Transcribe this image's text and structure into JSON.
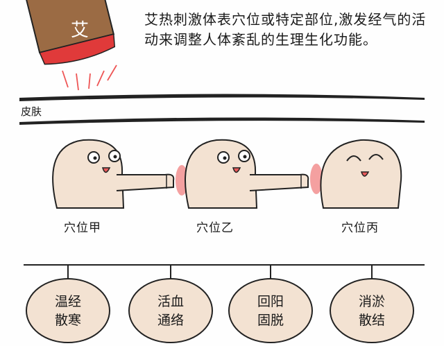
{
  "moxa": {
    "label": "艾"
  },
  "intro": {
    "text": "艾热刺激体表穴位或特定部位,激发经气的活动来调整人体紊乱的生理生化功能。"
  },
  "skin": {
    "label": "皮肤"
  },
  "acupoints": [
    {
      "label": "穴位甲"
    },
    {
      "label": "穴位乙"
    },
    {
      "label": "穴位丙"
    }
  ],
  "effects": [
    {
      "line1": "温经",
      "line2": "散寒"
    },
    {
      "line1": "活血",
      "line2": "通络"
    },
    {
      "line1": "回阳",
      "line2": "固脱"
    },
    {
      "line1": "消淤",
      "line2": "散结"
    }
  ]
}
